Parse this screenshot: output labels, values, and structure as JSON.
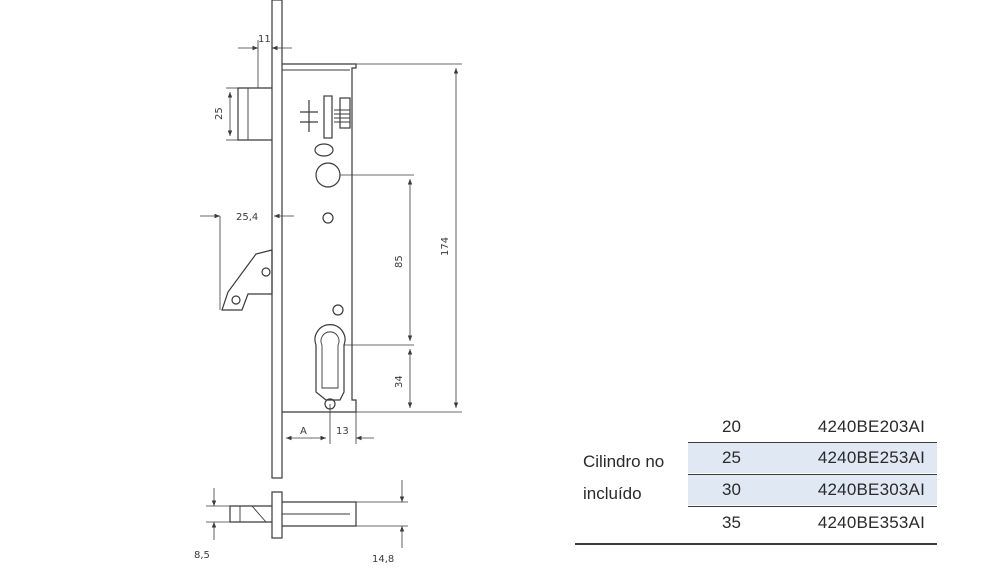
{
  "drawing": {
    "dimensions": {
      "d11": "11",
      "d25": "25",
      "d25_4": "25,4",
      "d174": "174",
      "d85": "85",
      "d34": "34",
      "dA": "A",
      "d13": "13",
      "d8_5": "8,5",
      "d14_8": "14,8"
    }
  },
  "table": {
    "label_line1": "Cilindro no",
    "label_line2": "incluído",
    "rows": [
      {
        "size": "20",
        "code": "4240BE203AI"
      },
      {
        "size": "25",
        "code": "4240BE253AI"
      },
      {
        "size": "30",
        "code": "4240BE303AI"
      },
      {
        "size": "35",
        "code": "4240BE353AI"
      }
    ],
    "shade_color": "#dfe8f3"
  }
}
